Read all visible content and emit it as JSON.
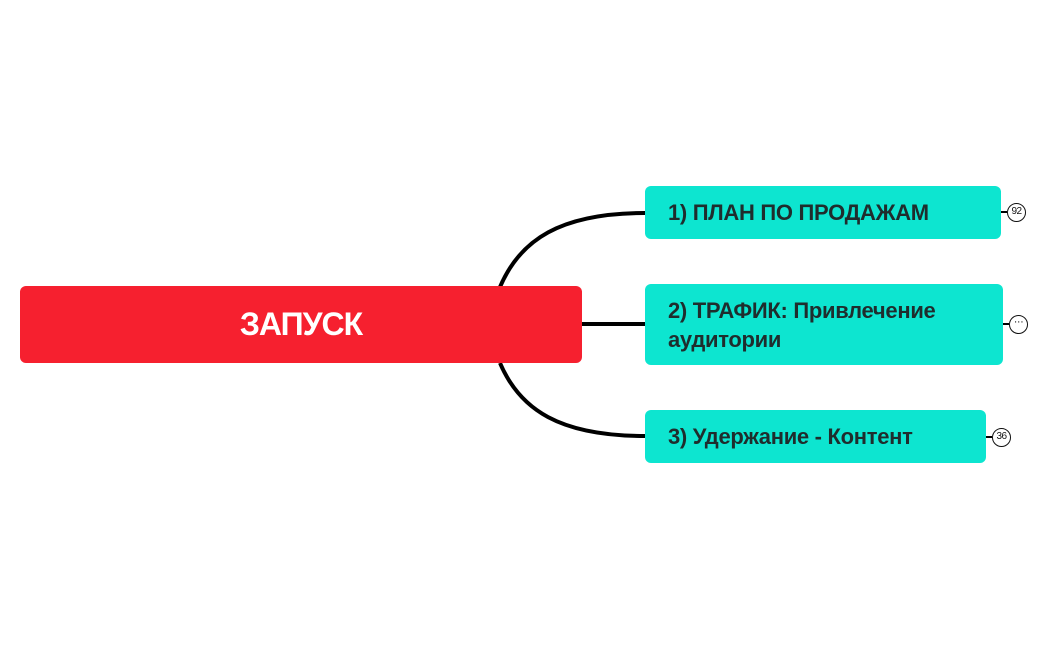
{
  "mindmap": {
    "root": {
      "label": "ЗАПУСК",
      "color": "#f6202f"
    },
    "branch_color": "#0de5d0",
    "connector_color": "#000000",
    "children": [
      {
        "label": "1) ПЛАН ПО ПРОДАЖАМ",
        "badge": "92"
      },
      {
        "label": "2) ТРАФИК: Привлечение аудитории",
        "badge": "···"
      },
      {
        "label": "3) Удержание - Контент",
        "badge": "36"
      }
    ]
  }
}
